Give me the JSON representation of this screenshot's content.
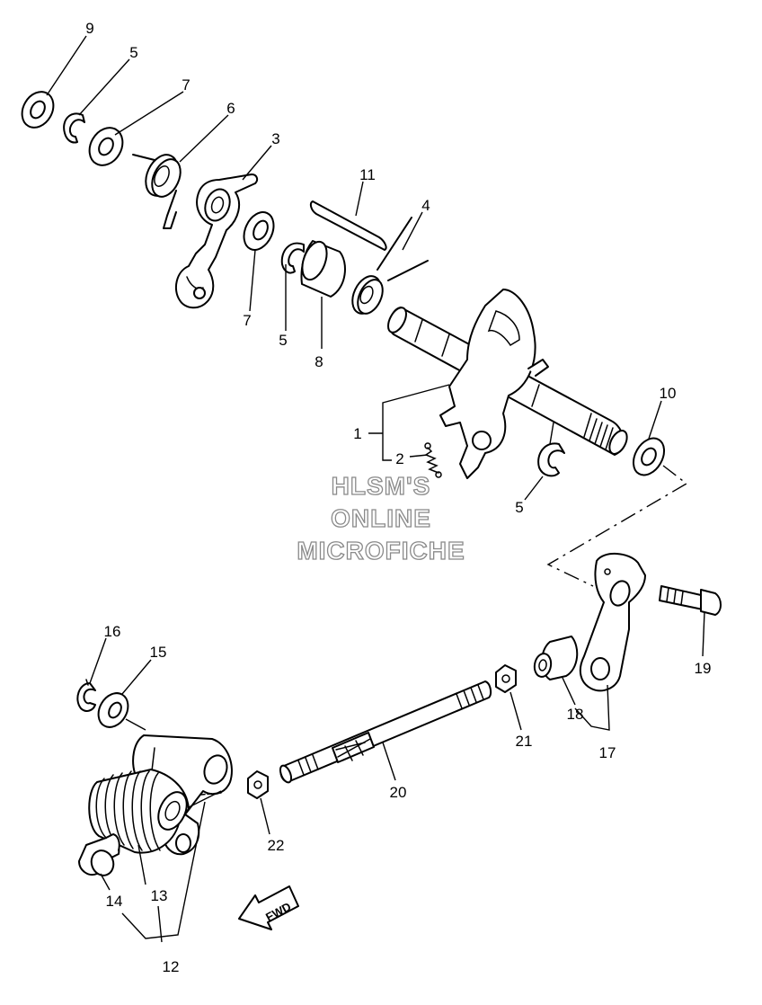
{
  "callouts": [
    "9",
    "5",
    "7",
    "6",
    "3",
    "11",
    "4",
    "7",
    "5",
    "8",
    "1",
    "2",
    "10",
    "5",
    "19",
    "16",
    "15",
    "18",
    "21",
    "17",
    "20",
    "22",
    "14",
    "13",
    "12"
  ],
  "watermark": {
    "line1": "HLSM'S",
    "line2": "ONLINE",
    "line3": "MICROFICHE"
  },
  "direction_arrow": {
    "label": "FWD",
    "icon": "arrow-left-icon"
  }
}
